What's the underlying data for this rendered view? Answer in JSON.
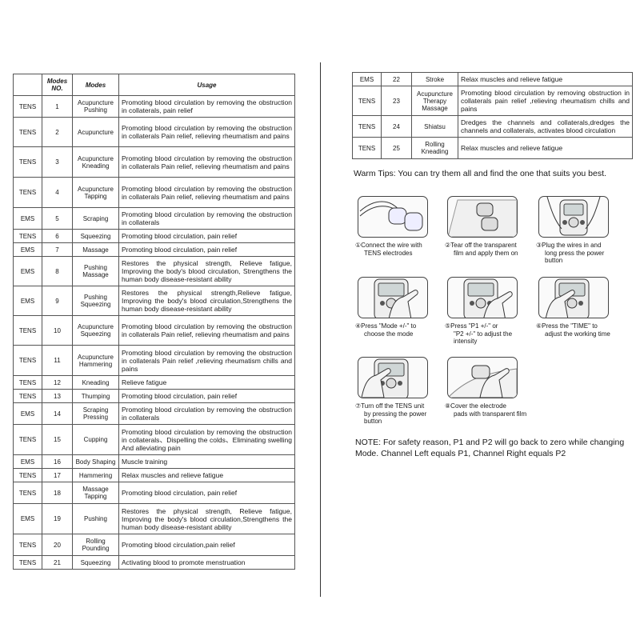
{
  "left_table": {
    "headers": [
      "",
      "Modes NO.",
      "Modes",
      "Usage"
    ],
    "rows": [
      {
        "type": "TENS",
        "no": "1",
        "mode": "Acupuncture Pushing",
        "usage": "Promoting blood circulation by removing the obstruction in collaterals, pain relief"
      },
      {
        "type": "TENS",
        "no": "2",
        "mode": "Acupuncture",
        "usage": "Promoting blood circulation by removing the obstruction in collaterals Pain relief, relieving rheumatism and pains"
      },
      {
        "type": "TENS",
        "no": "3",
        "mode": "Acupuncture Kneading",
        "usage": "Promoting blood circulation by removing the obstruction in collaterals Pain relief, relieving rheumatism and pains"
      },
      {
        "type": "TENS",
        "no": "4",
        "mode": "Acupuncture Tapping",
        "usage": "Promoting blood circulation by removing the obstruction in collaterals Pain relief, relieving rheumatism and pains"
      },
      {
        "type": "EMS",
        "no": "5",
        "mode": "Scraping",
        "usage": "Promoting blood circulation by removing the obstruction in collaterals"
      },
      {
        "type": "TENS",
        "no": "6",
        "mode": "Squeezing",
        "usage": "Promoting blood circulation, pain relief"
      },
      {
        "type": "EMS",
        "no": "7",
        "mode": "Massage",
        "usage": "Promoting blood circulation, pain relief"
      },
      {
        "type": "EMS",
        "no": "8",
        "mode": "Pushing Massage",
        "usage": "Restores the physical strength, Relieve fatigue, Improving the body's blood circulation, Strengthens the human body disease-resistant ability"
      },
      {
        "type": "EMS",
        "no": "9",
        "mode": "Pushing Squeezing",
        "usage": "Restores the physical strength,Relieve fatigue, Improving the body's blood circulation,Strengthens the human body disease-resistant ability"
      },
      {
        "type": "TENS",
        "no": "10",
        "mode": "Acupuncture Squeezing",
        "usage": "Promoting blood circulation by removing the obstruction in collaterals Pain relief, relieving rheumatism and pains"
      },
      {
        "type": "TENS",
        "no": "11",
        "mode": "Acupuncture Hammering",
        "usage": "Promoting blood circulation by removing the obstruction in collaterals Pain relief ,relieving rheumatism chills and pains"
      },
      {
        "type": "TENS",
        "no": "12",
        "mode": "Kneading",
        "usage": "Relieve fatigue"
      },
      {
        "type": "TENS",
        "no": "13",
        "mode": "Thumping",
        "usage": "Promoting blood circulation, pain relief"
      },
      {
        "type": "EMS",
        "no": "14",
        "mode": "Scraping Pressing",
        "usage": "Promoting blood circulation by removing the obstruction in collaterals"
      },
      {
        "type": "TENS",
        "no": "15",
        "mode": "Cupping",
        "usage": "Promoting blood circulation by removing the obstruction in collaterals、Dispelling the colds、Eliminating swelling And alleviating pain"
      },
      {
        "type": "EMS",
        "no": "16",
        "mode": "Body Shaping",
        "usage": "Muscle training"
      },
      {
        "type": "TENS",
        "no": "17",
        "mode": "Hammering",
        "usage": "Relax muscles and relieve fatigue"
      },
      {
        "type": "TENS",
        "no": "18",
        "mode": "Massage Tapping",
        "usage": "Promoting blood circulation, pain relief"
      },
      {
        "type": "EMS",
        "no": "19",
        "mode": "Pushing",
        "usage": "Restores the physical strength, Relieve fatigue, Improving the body's blood circulation,Strengthens the human body disease-resistant ability"
      },
      {
        "type": "TENS",
        "no": "20",
        "mode": "Rolling Pounding",
        "usage": "Promoting blood circulation,pain relief"
      },
      {
        "type": "TENS",
        "no": "21",
        "mode": "Squeezing",
        "usage": "Activating blood to promote menstruation"
      }
    ]
  },
  "right_table": {
    "rows": [
      {
        "type": "EMS",
        "no": "22",
        "mode": "Stroke",
        "usage": "Relax muscles and relieve fatigue"
      },
      {
        "type": "TENS",
        "no": "23",
        "mode": "Acupuncture Therapy Massage",
        "usage": "Promoting blood circulation by removing obstruction in collaterals pain relief ,relieving rheumatism chills and pains"
      },
      {
        "type": "TENS",
        "no": "24",
        "mode": "Shiatsu",
        "usage": "Dredges the channels and collaterals,dredges the channels and collaterals, activates blood circulation"
      },
      {
        "type": "TENS",
        "no": "25",
        "mode": "Rolling Kneading",
        "usage": "Relax muscles and relieve fatigue"
      }
    ]
  },
  "warm_tips": "Warm Tips: You can try them all and find the one that suits you best.",
  "steps": [
    {
      "marker": "①",
      "lines": [
        "Connect the wire with",
        "TENS electrodes"
      ],
      "icon": "electrode-pads-icon"
    },
    {
      "marker": "②",
      "lines": [
        "Tear off the transparent",
        "film and apply them on"
      ],
      "icon": "apply-pad-icon"
    },
    {
      "marker": "③",
      "lines": [
        "Plug the wires in and",
        "long press the power",
        "button"
      ],
      "icon": "tens-unit-wires-icon"
    },
    {
      "marker": "④",
      "lines": [
        "Press \"Mode +/-\" to",
        "choose the mode"
      ],
      "icon": "press-mode-icon"
    },
    {
      "marker": "⑤",
      "lines": [
        "Press \"P1 +/-\" or",
        "\"P2 +/-\" to adjust the",
        "intensity"
      ],
      "icon": "press-intensity-icon"
    },
    {
      "marker": "⑥",
      "lines": [
        "Press the \"TIME\" to",
        "adjust the working time"
      ],
      "icon": "press-time-icon"
    },
    {
      "marker": "⑦",
      "lines": [
        "Turn off the TENS unit",
        "by pressing the power",
        "button"
      ],
      "icon": "press-power-icon"
    },
    {
      "marker": "⑧",
      "lines": [
        "Cover the electrode",
        "pads with transparent film"
      ],
      "icon": "cover-pad-icon"
    }
  ],
  "note": "NOTE: For safety reason, P1 and P2 will go back to zero while changing Mode. Channel Left equals P1, Channel Right equals P2"
}
